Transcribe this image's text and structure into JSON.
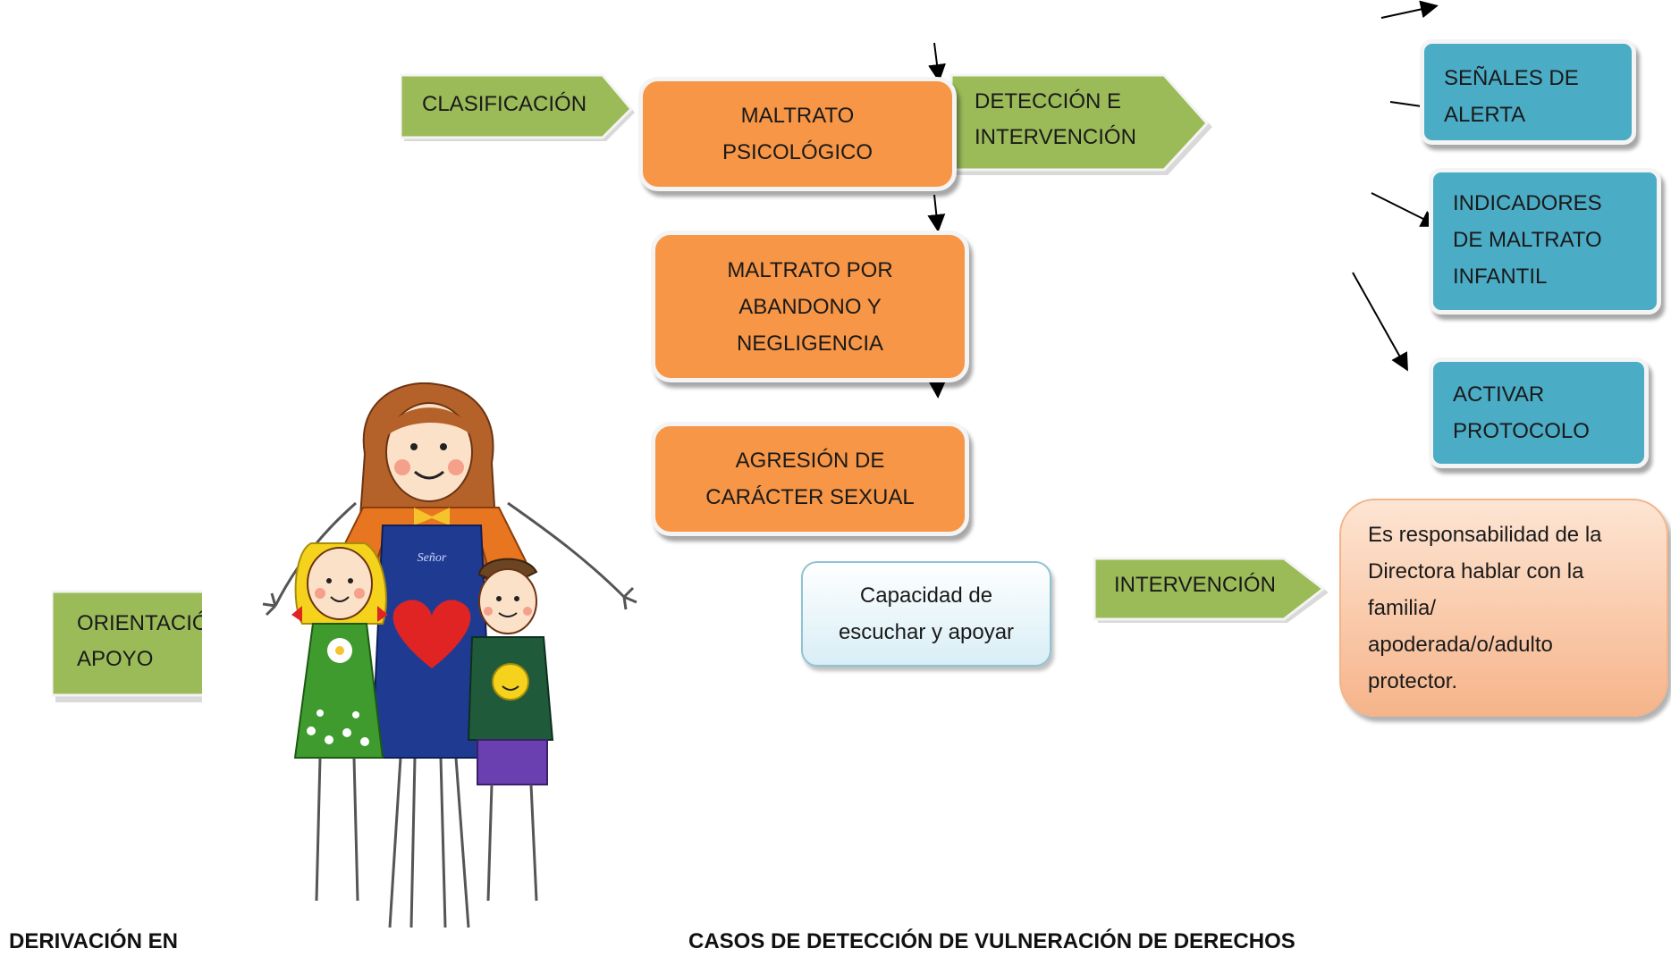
{
  "arrows_green": {
    "clasificacion": "CLASIFICACIÓN",
    "deteccion_line1": "DETECCIÓN E",
    "deteccion_line2": "INTERVENCIÓN",
    "intervencion": "INTERVENCIÓN",
    "orientacion_line1": "ORIENTACIÓ",
    "orientacion_line2": "APOYO"
  },
  "orange_boxes": {
    "psicologico_line1": "MALTRATO",
    "psicologico_line2": "PSICOLÓGICO",
    "abandono_line1": "MALTRATO POR",
    "abandono_line2": "ABANDONO Y",
    "abandono_line3": "NEGLIGENCIA",
    "sexual_line1": "AGRESIÓN DE",
    "sexual_line2": "CARÁCTER SEXUAL"
  },
  "teal_boxes": {
    "senales_line1": "SEÑALES DE",
    "senales_line2": "ALERTA",
    "indicadores_line1": "INDICADORES",
    "indicadores_line2": "DE MALTRATO",
    "indicadores_line3": "INFANTIL",
    "activar_line1": "ACTIVAR",
    "activar_line2": "PROTOCOLO"
  },
  "capacidad": {
    "line1": "Capacidad de",
    "line2": "escuchar y apoyar"
  },
  "responsabilidad": {
    "line1": "Es responsabilidad de la",
    "line2": "Directora hablar con la",
    "line3": "familia/",
    "line4": "apoderada/o/adulto",
    "line5": "protector."
  },
  "footer": {
    "left": "DERIVACIÓN EN",
    "center": "CASOS DE DETECCIÓN DE VULNERACIÓN DE DERECHOS"
  },
  "illustration_text": "Señor",
  "colors": {
    "green_arrow": "#9bbb59",
    "orange": "#f79646",
    "teal": "#4bacc6",
    "peach": "#f9c6a0"
  }
}
